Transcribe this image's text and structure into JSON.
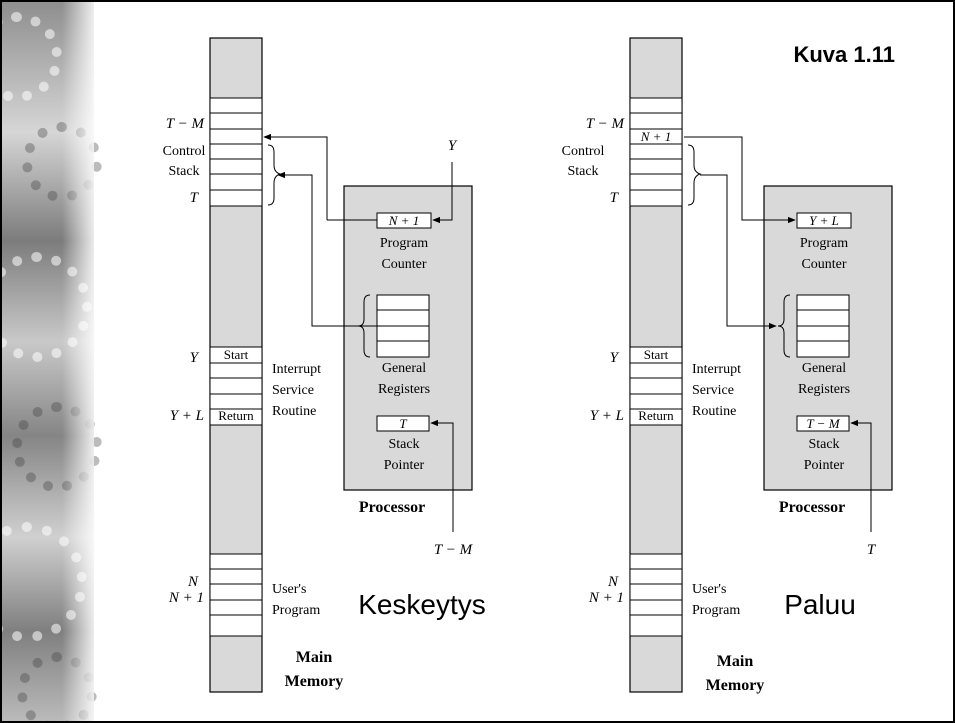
{
  "title": "Kuva 1.11",
  "panels": [
    {
      "caption": "Keskeytys",
      "memory": {
        "labels": [
          "T − M",
          "Control",
          "Stack",
          "T",
          "Y",
          "Y + L",
          "N",
          "N + 1"
        ],
        "start": "Start",
        "return": "Return",
        "interrupt": [
          "Interrupt",
          "Service",
          "Routine"
        ],
        "user": [
          "User's",
          "Program"
        ],
        "main": [
          "Main",
          "Memory"
        ]
      },
      "processor": {
        "pc_value": "N + 1",
        "pc_label": [
          "Program",
          "Counter"
        ],
        "gr_label": [
          "General",
          "Registers"
        ],
        "sp_value": "T",
        "sp_label": [
          "Stack",
          "Pointer"
        ],
        "title": "Processor"
      },
      "top_input": "Y",
      "bottom_input": "T − M"
    },
    {
      "caption": "Paluu",
      "memory": {
        "labels": [
          "T − M",
          "Control",
          "Stack",
          "T",
          "Y",
          "Y + L",
          "N",
          "N + 1"
        ],
        "stack_top_value": "N + 1",
        "start": "Start",
        "return": "Return",
        "interrupt": [
          "Interrupt",
          "Service",
          "Routine"
        ],
        "user": [
          "User's",
          "Program"
        ],
        "main": [
          "Main",
          "Memory"
        ]
      },
      "processor": {
        "pc_value": "Y + L",
        "pc_label": [
          "Program",
          "Counter"
        ],
        "gr_label": [
          "General",
          "Registers"
        ],
        "sp_value": "T − M",
        "sp_label": [
          "Stack",
          "Pointer"
        ],
        "title": "Processor"
      },
      "bottom_input": "T"
    }
  ]
}
